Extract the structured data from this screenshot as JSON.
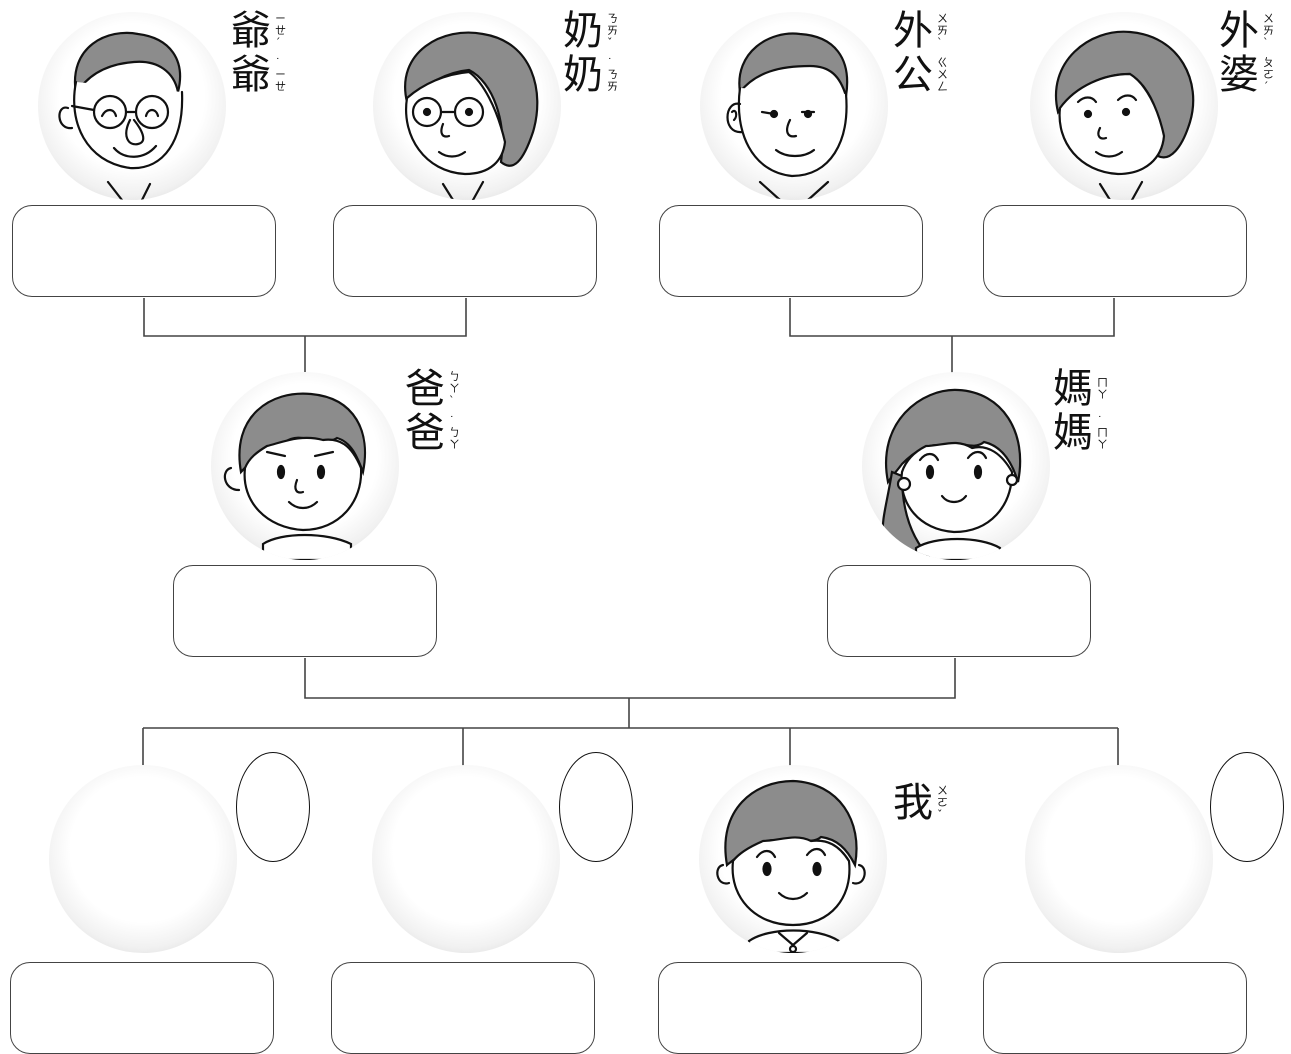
{
  "labels": {
    "grandpa_paternal": [
      {
        "char": "爺",
        "zhuyin": "ㄧㄝˊ"
      },
      {
        "char": "爺",
        "zhuyin": "˙ㄧㄝ"
      }
    ],
    "grandma_paternal": [
      {
        "char": "奶",
        "zhuyin": "ㄋㄞˇ"
      },
      {
        "char": "奶",
        "zhuyin": "˙ㄋㄞ"
      }
    ],
    "grandpa_maternal": [
      {
        "char": "外",
        "zhuyin": "ㄨㄞˋ"
      },
      {
        "char": "公",
        "zhuyin": "ㄍㄨㄥ"
      }
    ],
    "grandma_maternal": [
      {
        "char": "外",
        "zhuyin": "ㄨㄞˋ"
      },
      {
        "char": "婆",
        "zhuyin": "ㄆㄛˊ"
      }
    ],
    "father": [
      {
        "char": "爸",
        "zhuyin": "ㄅㄚˋ"
      },
      {
        "char": "爸",
        "zhuyin": "˙ㄅㄚ"
      }
    ],
    "mother": [
      {
        "char": "媽",
        "zhuyin": "ㄇㄚ"
      },
      {
        "char": "媽",
        "zhuyin": "˙ㄇㄚ"
      }
    ],
    "me": [
      {
        "char": "我",
        "zhuyin": "ㄨㄛˇ"
      }
    ]
  },
  "name_boxes": [
    "",
    "",
    "",
    "",
    "",
    "",
    "",
    "",
    "",
    ""
  ],
  "colors": {
    "hair": "#8c8c8c",
    "line": "#444444",
    "ink": "#111111"
  }
}
